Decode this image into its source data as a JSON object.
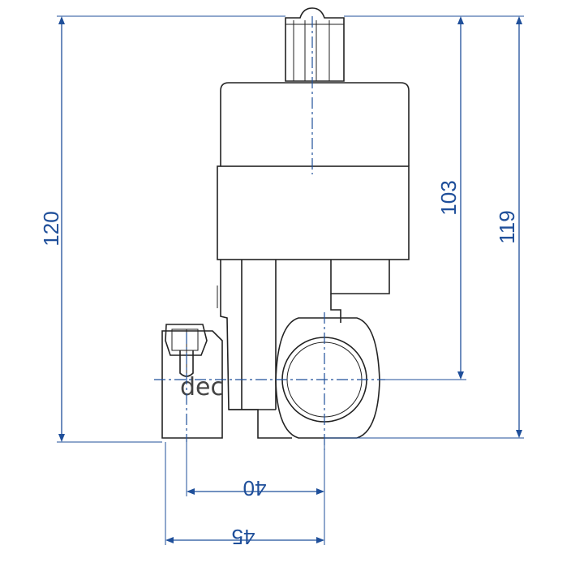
{
  "drawing": {
    "dimensions": {
      "overall_height_left": "120",
      "overall_height_right": "119",
      "height_to_pipe_axis": "103",
      "axis_to_stem_spacing": "40",
      "body_to_axis_spacing": "45"
    },
    "brand_mark": "dec",
    "line_color": "#1f4f9a",
    "outline_color": "#222222"
  }
}
